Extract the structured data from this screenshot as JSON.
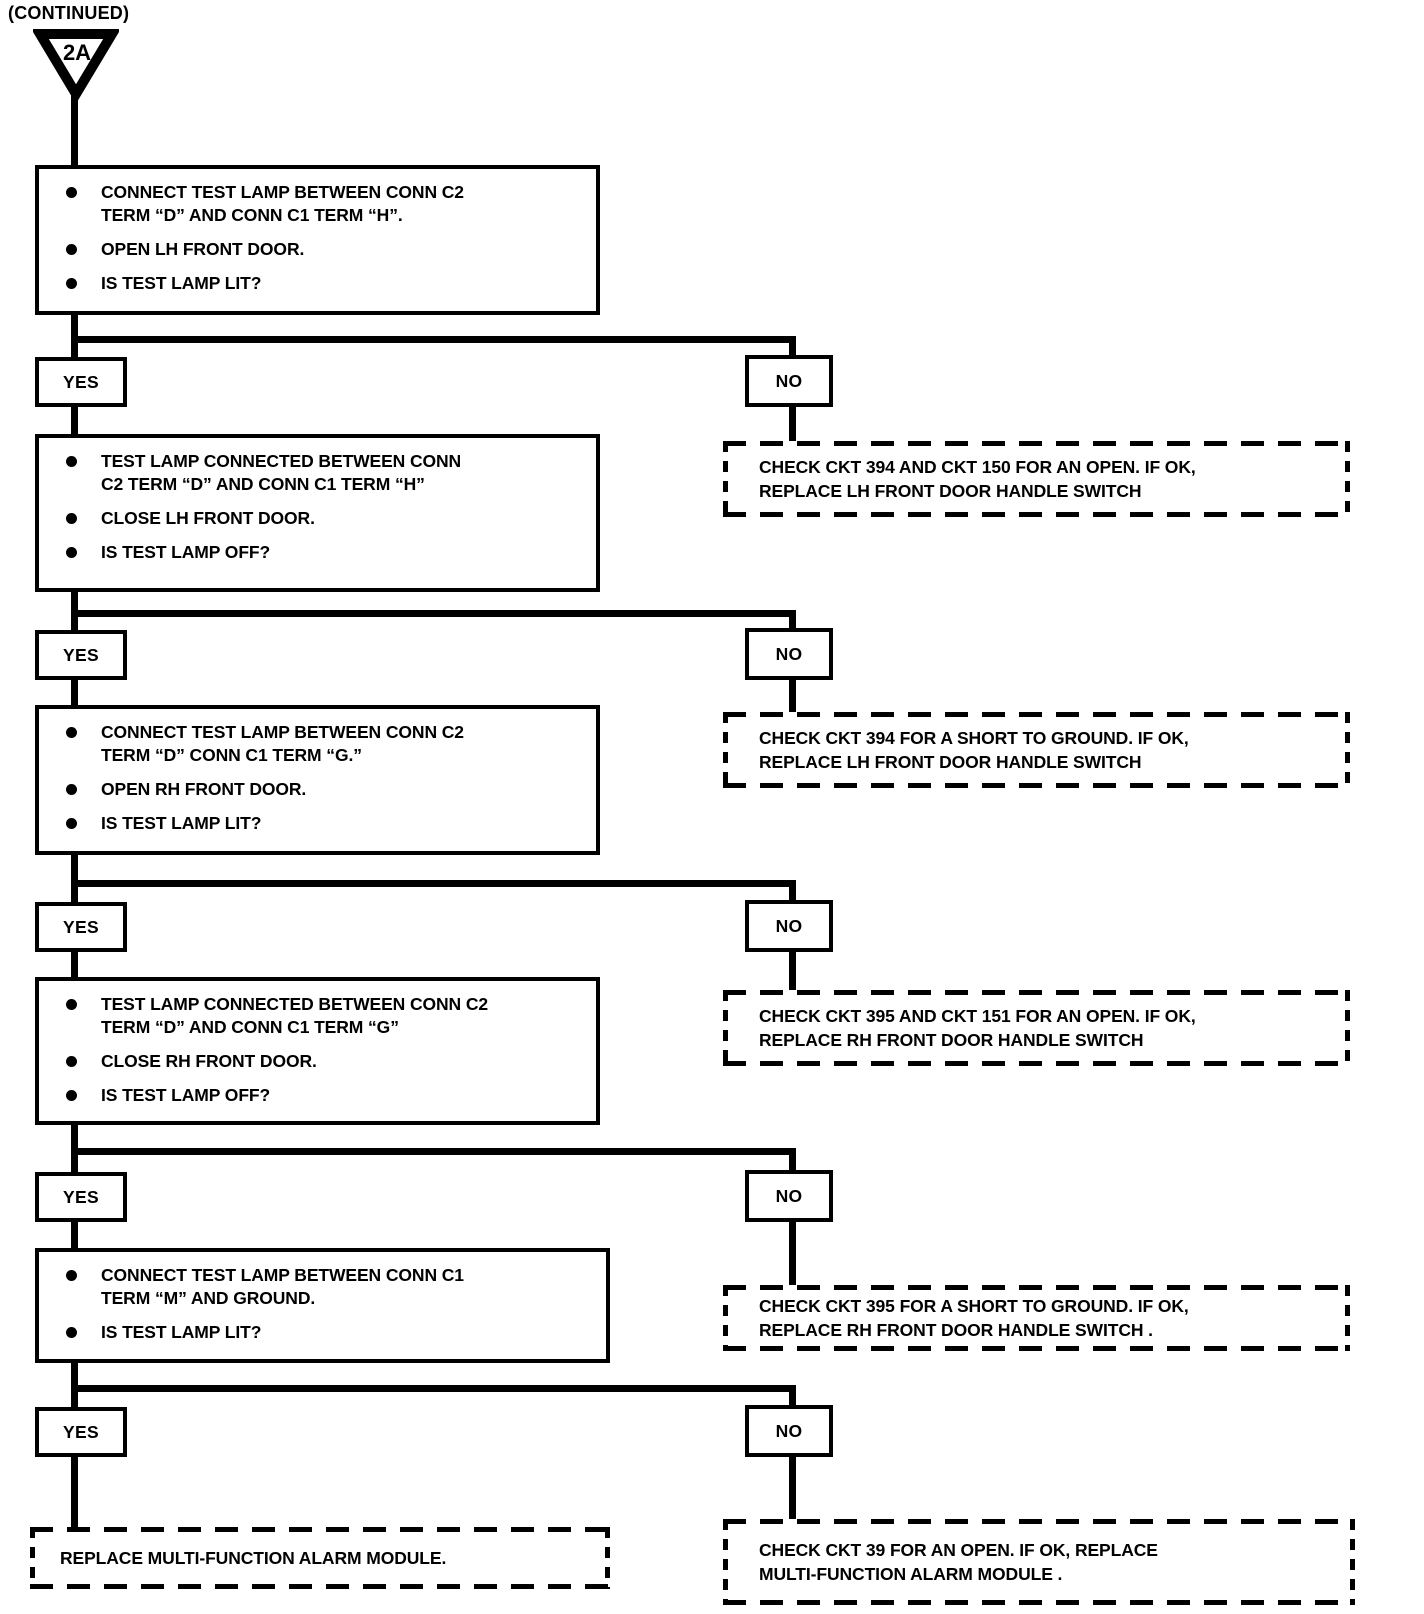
{
  "page": {
    "continued_label": "(CONTINUED)",
    "connector_label": "2A"
  },
  "labels": {
    "yes": "YES",
    "no": "NO"
  },
  "decisions": [
    {
      "bullets": [
        "CONNECT TEST LAMP BETWEEN CONN C2\nTERM “D” AND CONN C1 TERM “H”.",
        "OPEN LH FRONT DOOR.",
        "IS TEST LAMP LIT?"
      ],
      "no_action": "CHECK CKT 394 AND CKT 150 FOR AN OPEN. IF OK,\nREPLACE LH FRONT DOOR HANDLE SWITCH"
    },
    {
      "bullets": [
        "TEST LAMP CONNECTED BETWEEN CONN\nC2 TERM “D” AND CONN C1 TERM “H”",
        "CLOSE LH FRONT DOOR.",
        "IS TEST LAMP OFF?"
      ],
      "no_action": "CHECK CKT 394 FOR A SHORT TO GROUND. IF OK,\nREPLACE LH FRONT DOOR HANDLE SWITCH"
    },
    {
      "bullets": [
        "CONNECT TEST LAMP BETWEEN CONN C2\nTERM “D” CONN C1 TERM “G.”",
        "OPEN RH FRONT DOOR.",
        "IS TEST LAMP LIT?"
      ],
      "no_action": "CHECK CKT 395 AND CKT 151 FOR AN OPEN. IF OK,\nREPLACE RH FRONT DOOR HANDLE SWITCH"
    },
    {
      "bullets": [
        "TEST LAMP CONNECTED BETWEEN CONN C2\nTERM “D” AND CONN C1 TERM “G”",
        "CLOSE RH FRONT DOOR.",
        "IS TEST LAMP OFF?"
      ],
      "no_action": "CHECK CKT 395 FOR A SHORT TO GROUND. IF OK,\nREPLACE RH FRONT DOOR HANDLE SWITCH ."
    },
    {
      "bullets": [
        "CONNECT TEST LAMP BETWEEN CONN C1\nTERM “M” AND GROUND.",
        "IS TEST LAMP LIT?"
      ],
      "yes_action": "REPLACE MULTI-FUNCTION ALARM MODULE.",
      "no_action": "CHECK CKT 39 FOR AN OPEN. IF OK, REPLACE\nMULTI-FUNCTION ALARM MODULE ."
    }
  ]
}
